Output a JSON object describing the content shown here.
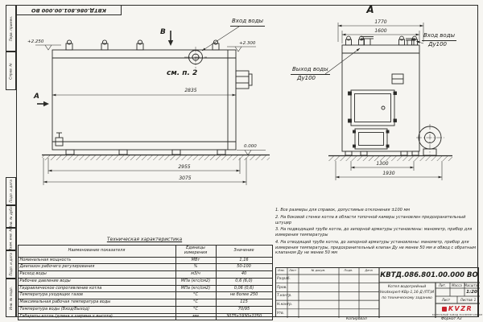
{
  "doc": {
    "number": "КВТД.086.801.00.000 ВО",
    "copied_note": "Копировал",
    "format_note": "Формат А3"
  },
  "margin_labels": [
    "Перв. примен.",
    "Справ. №",
    "Подп. и дата",
    "Инв. № дубл.",
    "Взам. инв. №",
    "Подп. и дата",
    "Инв. № подл."
  ],
  "front_view": {
    "section_top": "В",
    "section_left": "А",
    "water_inlet": "Вход воды",
    "see_note": "см. п. 2",
    "elev_top": "+2.250",
    "elev_inlet": "+2.300",
    "elev_ground": "0.000",
    "dim_body": "2835",
    "dim_mid": "2955",
    "dim_overall": "3075"
  },
  "side_view": {
    "title": "А",
    "dim_top_outer": "1770",
    "dim_top_inner": "1600",
    "water_inlet_line1": "Вход воды",
    "water_inlet_line2": "Ду100",
    "water_outlet_line1": "Выход воды",
    "water_outlet_line2": "Ду100",
    "dim_bottom_inner": "1300",
    "dim_bottom_outer": "1930"
  },
  "notes": [
    "1.  Все размеры для справок, допустимые отклонения ±100 мм",
    "2.  На боковой стенке котла в области топочной камеры установлен предохранительный штуцер",
    "3.  На подводящей трубе котла, до запорной арматуры установлены: манометр, прибор для измерения температуры",
    "4.  На отводящей трубе котла, до запорной арматуры установлены: манометр, прибор для измерения температуры, предохранительный клапан Ду не менее 50 мм и обвод с обратным клапаном Ду не менее 50 мм"
  ],
  "spec_table": {
    "title": "Техническая характеристика",
    "headers": [
      "Наименование показателя",
      "Единицы измерения",
      "Значение"
    ],
    "rows": [
      [
        "Номинальная мощность",
        "МВт",
        "1,16"
      ],
      [
        "Диапазон рабочего регулирования",
        "%",
        "50-100"
      ],
      [
        "Расход воды",
        "м3/ч",
        "40"
      ],
      [
        "Рабочее давление воды",
        "МПа (кгс/см2)",
        "0,6 (6,0)"
      ],
      [
        "Гидравлическое сопротивление котла",
        "МПа (кгс/см2)",
        "0,06 (0,6)"
      ],
      [
        "Температура уходящих газов",
        "°С",
        "не более 250"
      ],
      [
        "Максимальная рабочая температура воды",
        "°С",
        "115"
      ],
      [
        "Температура воды (Вход/Выход)",
        "°С",
        "70/95"
      ],
      [
        "Габариты котла (длина х ширина х высота)",
        "мм",
        "3075х1930х2250"
      ]
    ]
  },
  "title_block": {
    "doc_number": "КВТД.086.801.00.000 ВО",
    "name_line1": "Котел водогрейный",
    "name_line2": "Heatexpert-КВр-1,16-Д (ПТ)И",
    "name_line3": "по техническому заданию",
    "col_izm": "Изм.",
    "col_list": "Лист",
    "col_doc": "№ докум.",
    "col_podp": "Подп.",
    "col_data": "Дата",
    "row_razrab": "Разраб.",
    "row_prov": "Пров.",
    "row_tkontr": "Т.контр.",
    "row_nkontr": "Н.контр.",
    "row_utv": "Утв.",
    "lit_label": "Лит.",
    "mass_label": "Масса",
    "scale_label": "Масштаб",
    "scale_value": "1:20",
    "list_label": "Лист",
    "listov_label": "Листов",
    "listov_value": "1",
    "logo_text": "KVZR",
    "logo_subtext": "КОТЕЛЬНЫЙ ЗАВОД РОСЭНЕРГОПРОМ"
  }
}
